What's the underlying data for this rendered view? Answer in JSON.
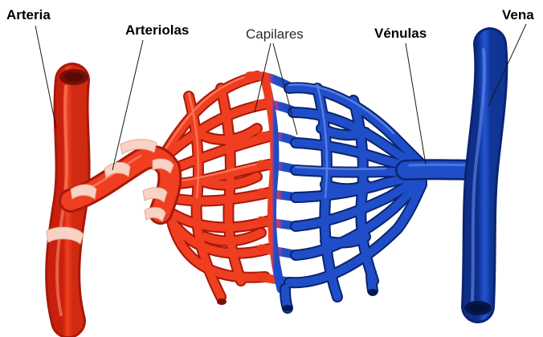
{
  "labels": {
    "arteria": "Arteria",
    "arteriolas": "Arteriolas",
    "capilares": "Capilares",
    "venulas": "Vénulas",
    "vena": "Vena"
  },
  "colors": {
    "artery_red": "#ec3a1c",
    "artery_dark": "#c9200e",
    "artery_highlight": "#ff7a5c",
    "vein_blue": "#1a4bc4",
    "vein_dark": "#0d2f8a",
    "vein_highlight": "#5c86f0",
    "smooth_muscle_band": "#f8d2c4",
    "leader_line": "#1a1a1a"
  }
}
